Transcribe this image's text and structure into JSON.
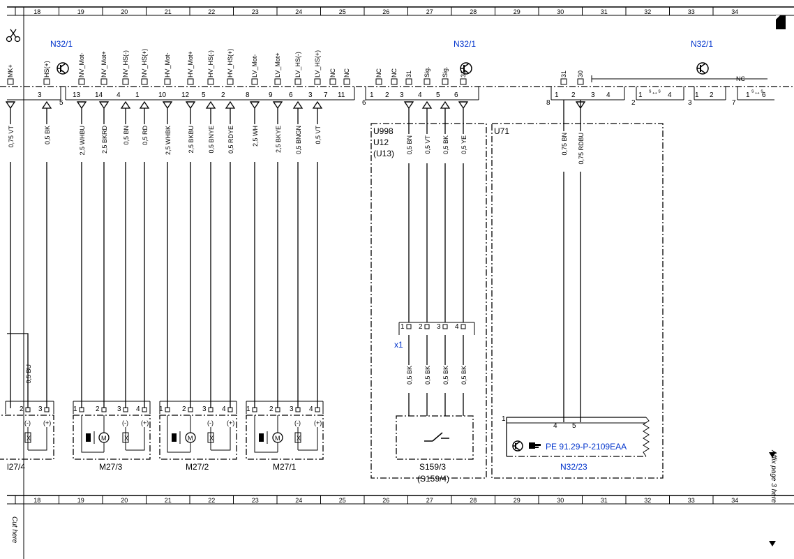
{
  "ruler": {
    "labels": [
      "18",
      "19",
      "20",
      "21",
      "22",
      "23",
      "24",
      "25",
      "26",
      "27",
      "28",
      "29",
      "30",
      "31",
      "32",
      "33",
      "34"
    ]
  },
  "refs": {
    "n32_1_left": "N32/1",
    "n32_1_mid": "N32/1",
    "n32_1_right": "N32/1",
    "x1": "x1",
    "pe_link": "PE 91.29-P-2109EAA",
    "n32_23": "N32/23"
  },
  "pins_left": [
    {
      "name": "MK+",
      "num": ""
    },
    {
      "name": "HS(+)",
      "num": "3"
    },
    {
      "name": "NV_Mot-",
      "num": "13"
    },
    {
      "name": "NV_Mot+",
      "num": "14"
    },
    {
      "name": "NV_HS(-)",
      "num": "4"
    },
    {
      "name": "NV_HS(+)",
      "num": "1"
    },
    {
      "name": "HV_Mot-",
      "num": "10"
    },
    {
      "name": "HV_Mot+",
      "num": "12"
    },
    {
      "name": "HV_HS(-)",
      "num": "5"
    },
    {
      "name": "HV_HS(+)",
      "num": "2"
    },
    {
      "name": "LV_Mot-",
      "num": "8"
    },
    {
      "name": "LV_Mot+",
      "num": "9"
    },
    {
      "name": "LV_HS(-)",
      "num": "6"
    },
    {
      "name": "LV_HS(+)",
      "num": "3"
    },
    {
      "name": "NC",
      "num": "7"
    },
    {
      "name": "NC",
      "num": "11"
    }
  ],
  "connector_numbers": {
    "c5": "5",
    "c6": "6",
    "c8": "8",
    "c2": "2",
    "c3": "3",
    "c7": "7"
  },
  "pins_mid": [
    {
      "name": "NC",
      "num": "1"
    },
    {
      "name": "NC",
      "num": "2"
    },
    {
      "name": "31",
      "num": "3"
    },
    {
      "name": "Sig.",
      "num": "4"
    },
    {
      "name": "Sig.",
      "num": "5"
    },
    {
      "name": "31",
      "num": "6"
    }
  ],
  "pins_right": [
    {
      "name": "31",
      "num": "1"
    },
    {
      "name": "30",
      "num": "2"
    },
    {
      "name": "",
      "num": "3"
    },
    {
      "name": "",
      "num": "4"
    },
    {
      "name": "",
      "num": "1"
    },
    {
      "name": "",
      "num": "4"
    },
    {
      "name": "",
      "num": "1"
    },
    {
      "name": "",
      "num": "2"
    },
    {
      "name": "",
      "num": "1"
    },
    {
      "name": "",
      "num": "6"
    }
  ],
  "nc_right": "NC",
  "wires_left": [
    "0,75 VT",
    "0,5 BK",
    "2,5 WHBU",
    "2,5 BKRD",
    "0,5 BN",
    "0,5 RD",
    "2,5 WHBK",
    "2,5 BKBU",
    "0,5 BNYE",
    "0,5 RDYE",
    "2,5 WH",
    "2,5 BKYE",
    "0,5 BNGN",
    "0,5 VT"
  ],
  "wire_bu": "0,5 BU",
  "wires_mid_top": [
    "0,5 BN",
    "0,5 VT",
    "0,5 BK",
    "0,5 YE"
  ],
  "wires_mid_bottom": [
    "0,5 BK",
    "0,5 BK",
    "0,5 BK",
    "0,5 BK"
  ],
  "wires_right": [
    "0,75 BN",
    "0,75 RDBU"
  ],
  "box_labels": {
    "u998": "U998",
    "u12": "U12",
    "u13": "(U13)",
    "u71": "U71"
  },
  "x1_pins": [
    "1",
    "2",
    "3",
    "4"
  ],
  "motors": [
    {
      "name": "l27/4",
      "pins": [
        "2",
        "3"
      ]
    },
    {
      "name": "M27/3",
      "pins": [
        "1",
        "2",
        "3",
        "4"
      ]
    },
    {
      "name": "M27/2",
      "pins": [
        "1",
        "2",
        "3",
        "4"
      ]
    },
    {
      "name": "M27/1",
      "pins": [
        "1",
        "2",
        "3",
        "4"
      ]
    }
  ],
  "motor_symbols": {
    "m": "M",
    "minus": "(-)",
    "plus": "(+)",
    "x": "X"
  },
  "s159": {
    "name": "S159/3",
    "alt": "(S159/4)"
  },
  "n32_23_pins": [
    "1",
    "4",
    "5"
  ],
  "side": {
    "affix": "Affix page 3 here",
    "cut": "Cut here"
  }
}
